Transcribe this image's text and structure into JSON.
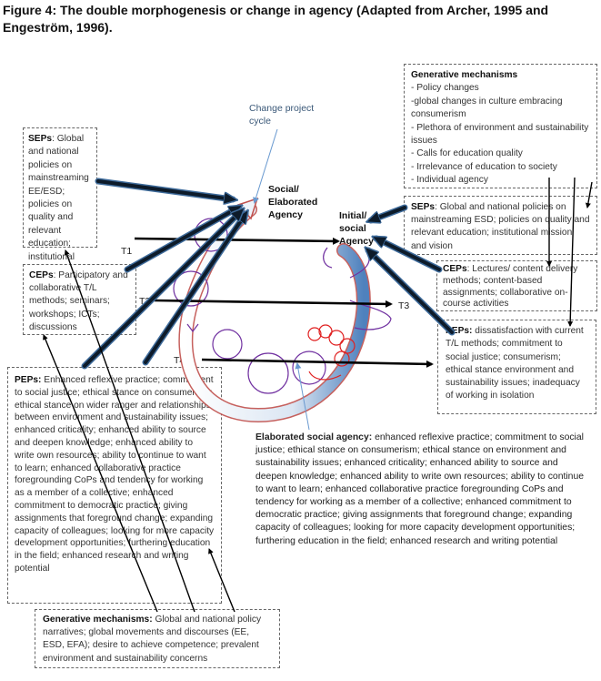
{
  "figure": {
    "title": "Figure 4: The double morphogenesis or change in agency (Adapted from Archer, 1995 and Engeström, 1996)."
  },
  "labels": {
    "change_project_cycle": "Change project cycle",
    "social_elaborated_agency": "Social/ Elaborated Agency",
    "initial_social_agency": "Initial/ social Agency",
    "t1": "T1",
    "t2": "T2",
    "t3": "T3",
    "t4": "T4"
  },
  "boxes": {
    "generative_top": {
      "heading": "Generative mechanisms",
      "items": [
        "- Policy changes",
        "-global changes in culture embracing consumerism",
        "- Plethora of environment and sustainability issues",
        "- Calls for education quality",
        "- Irrelevance of education to society",
        "- Individual agency"
      ]
    },
    "seps_left": {
      "heading": "SEPs",
      "text": ": Global and national policies on mainstreaming EE/ESD; policies on quality and relevant education; institutional mission and vision"
    },
    "ceps_left": {
      "heading": "CEPs",
      "text": ": Participatory and collaborative T/L methods; seminars; workshops; ICTs; discussions"
    },
    "peps_left": {
      "heading": "PEPs:",
      "text": " Enhanced reflexive practice; commitment to social justice; ethical stance on consumerism; ethical stance on  wider ranger and relationships between environment and sustainability issues; enhanced criticality; enhanced ability to source and deepen knowledge; enhanced ability to write own resources; ability to continue to want to learn; enhanced collaborative practice foregrounding CoPs and tendency for working as a member of a collective; enhanced commitment to democratic practice; giving assignments that foreground change; expanding capacity of colleagues; looking for more capacity development opportunities; furthering education in the field; enhanced research and writing potential"
    },
    "seps_right": {
      "heading": "SEPs",
      "text": ": Global and national policies on mainstreaming ESD; policies on quality and relevant education; institutional mission and vision"
    },
    "ceps_right": {
      "heading": "CEPs",
      "text": ": Lectures/ content delivery methods; content-based assignments; collaborative on-course activities"
    },
    "peps_right": {
      "heading": "PEPs:",
      "text": " dissatisfaction with current T/L methods; commitment to social justice; consumerism; ethical stance environment and sustainability issues; inadequacy of working in isolation"
    },
    "elaborated_social_agency": {
      "heading": "Elaborated social agency:",
      "text": " enhanced reflexive practice; commitment to social justice; ethical stance on consumerism; ethical stance on environment and sustainability issues; enhanced criticality; enhanced ability to source and deepen knowledge; enhanced ability to write own resources; ability to continue to want to learn; enhanced collaborative practice foregrounding CoPs and tendency for working as a member of a collective; enhanced commitment to democratic practice; giving assignments that foreground change; expanding capacity of colleagues; looking for more capacity development opportunities; furthering education in the field; enhanced research and writing potential"
    },
    "generative_bottom": {
      "heading": "Generative mechanisms: ",
      "text": "Global and national policy narratives; global movements and discourses (EE, ESD, EFA); desire to achieve competence; prevalent environment and sustainability concerns"
    }
  },
  "colors": {
    "arrow_dark": "#0d1b2a",
    "arrow_glow": "#3d6a9a",
    "cycle_red": "#c0504d",
    "cycle_blue": "#4f81bd",
    "loops_purple": "#7030a0",
    "loops_red": "#e02020",
    "annotation_blue": "#6a9ad0"
  }
}
